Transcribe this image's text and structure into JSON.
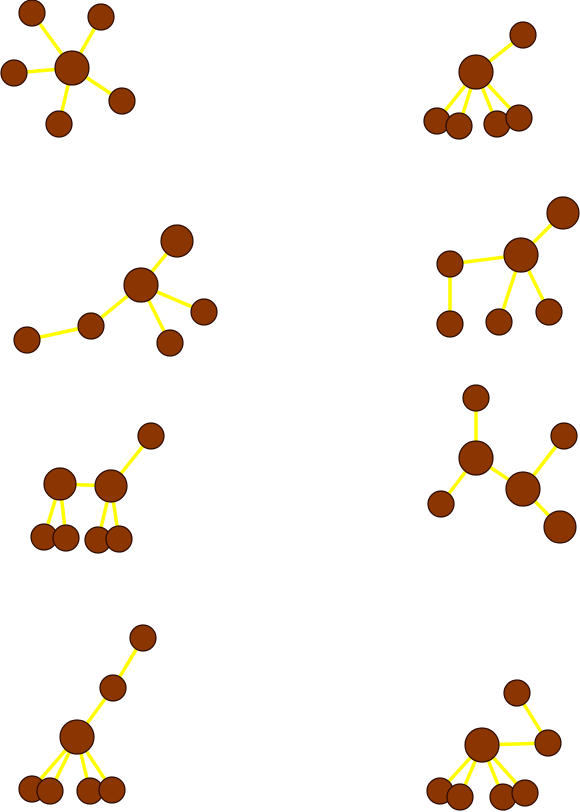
{
  "colors": {
    "background": "#ffffff",
    "edge": "#ffff00",
    "node_fill": "#8b3500",
    "node_stroke": "#2a0a00"
  },
  "graphs": [
    {
      "id": "graph-1",
      "node_count": 6,
      "edges": [
        [
          0,
          1
        ],
        [
          0,
          2
        ],
        [
          0,
          3
        ],
        [
          0,
          4
        ],
        [
          0,
          5
        ]
      ]
    },
    {
      "id": "graph-2",
      "node_count": 6,
      "edges": [
        [
          0,
          1
        ],
        [
          0,
          2
        ],
        [
          0,
          3
        ],
        [
          0,
          4
        ],
        [
          0,
          5
        ]
      ]
    },
    {
      "id": "graph-3",
      "node_count": 6,
      "edges": [
        [
          0,
          1
        ],
        [
          0,
          2
        ],
        [
          0,
          3
        ],
        [
          0,
          4
        ],
        [
          2,
          5
        ]
      ]
    },
    {
      "id": "graph-4",
      "node_count": 6,
      "edges": [
        [
          0,
          1
        ],
        [
          0,
          2
        ],
        [
          0,
          3
        ],
        [
          0,
          4
        ],
        [
          2,
          5
        ]
      ]
    },
    {
      "id": "graph-5",
      "node_count": 7,
      "edges": [
        [
          0,
          1
        ],
        [
          0,
          2
        ],
        [
          0,
          3
        ],
        [
          1,
          4
        ],
        [
          1,
          5
        ],
        [
          1,
          6
        ]
      ]
    },
    {
      "id": "graph-6",
      "node_count": 6,
      "edges": [
        [
          0,
          1
        ],
        [
          0,
          2
        ],
        [
          0,
          3
        ],
        [
          3,
          4
        ],
        [
          3,
          5
        ]
      ]
    },
    {
      "id": "graph-7",
      "node_count": 7,
      "edges": [
        [
          0,
          1
        ],
        [
          1,
          2
        ],
        [
          0,
          3
        ],
        [
          0,
          4
        ],
        [
          0,
          5
        ],
        [
          0,
          6
        ]
      ]
    },
    {
      "id": "graph-8",
      "node_count": 7,
      "edges": [
        [
          0,
          1
        ],
        [
          0,
          2
        ],
        [
          0,
          3
        ],
        [
          0,
          4
        ],
        [
          0,
          5
        ],
        [
          5,
          6
        ]
      ]
    }
  ]
}
